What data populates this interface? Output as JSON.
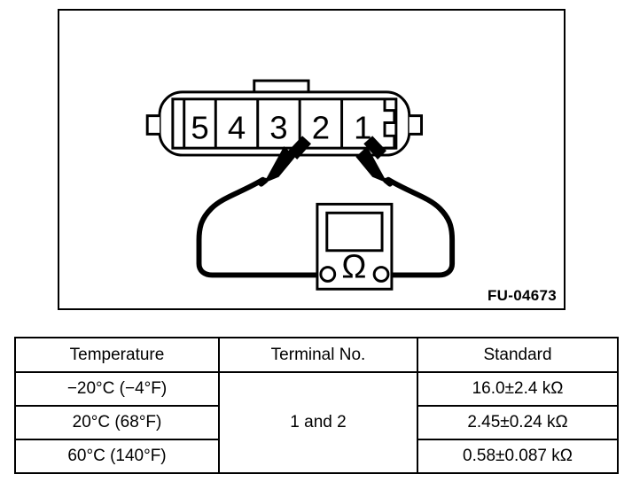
{
  "figure": {
    "reference_label": "FU-04673",
    "connector": {
      "terminal_labels": [
        "5",
        "4",
        "3",
        "2",
        "1"
      ],
      "probed_terminals": [
        "2",
        "1"
      ]
    },
    "meter": {
      "symbol": "Ω",
      "symbol_name": "ohm-symbol"
    }
  },
  "table": {
    "headers": [
      "Temperature",
      "Terminal No.",
      "Standard"
    ],
    "terminal_span_value": "1 and 2",
    "rows": [
      {
        "temperature": "−20°C (−4°F)",
        "standard": "16.0±2.4 kΩ"
      },
      {
        "temperature": "20°C (68°F)",
        "standard": "2.45±0.24 kΩ"
      },
      {
        "temperature": "60°C (140°F)",
        "standard": "0.58±0.087 kΩ"
      }
    ]
  },
  "colors": {
    "stroke": "#000000",
    "background": "#ffffff"
  }
}
